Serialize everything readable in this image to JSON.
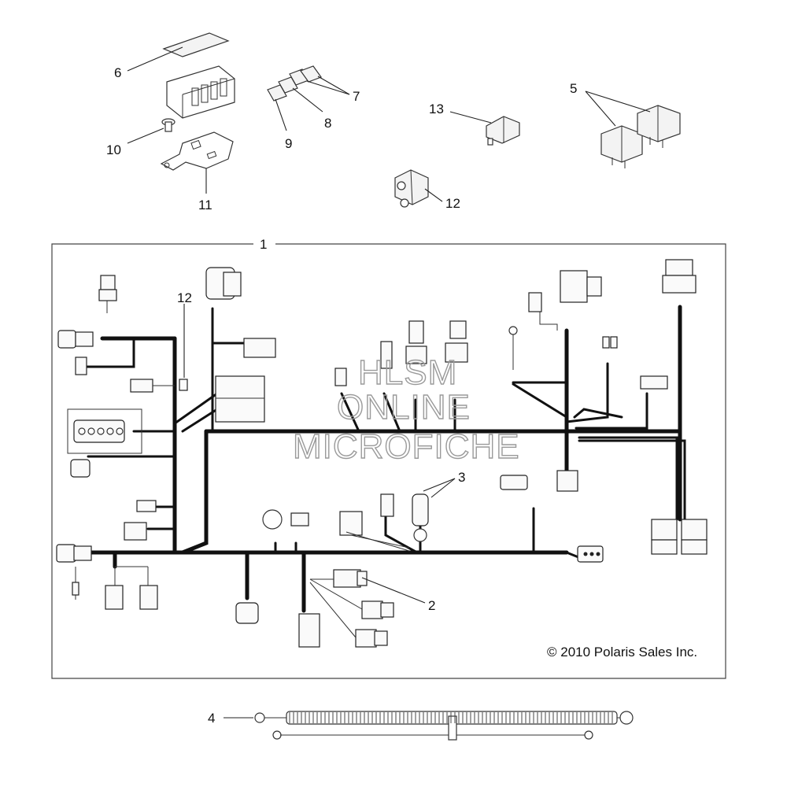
{
  "callouts": {
    "c1": "1",
    "c2": "2",
    "c3": "3",
    "c4": "4",
    "c5": "5",
    "c6": "6",
    "c7": "7",
    "c8": "8",
    "c9": "9",
    "c10": "10",
    "c11": "11",
    "c12_top": "12",
    "c12_harness": "12",
    "c13": "13"
  },
  "watermark": {
    "line1": "HLSM",
    "line2": "ONLINE",
    "line3": "MICROFICHE"
  },
  "copyright": "© 2010 Polaris Sales Inc."
}
